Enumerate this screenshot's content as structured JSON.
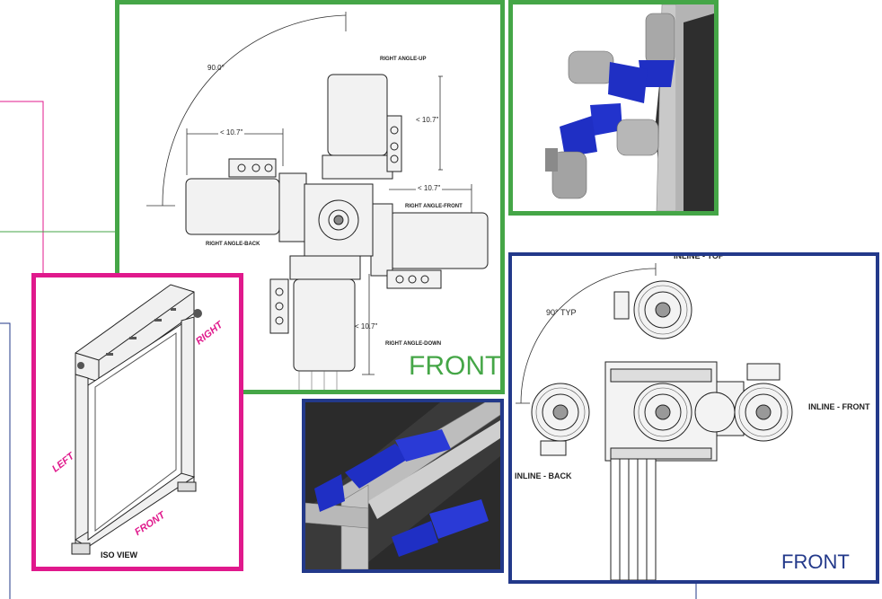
{
  "colors": {
    "green": "#45a647",
    "blue": "#23398a",
    "pink": "#e0198c",
    "motor_blue": "#1f2fc4"
  },
  "front_drawing": {
    "angle_label": "90.0°",
    "dim_top": "< 10.7\"",
    "dim_left": "< 10.7\"",
    "dim_right": "< 10.7\"",
    "dim_bottom": "< 10.7\"",
    "right_angle_up": "RIGHT ANGLE-UP",
    "right_angle_front": "RIGHT ANGLE-FRONT",
    "right_angle_back": "RIGHT ANGLE-BACK",
    "right_angle_down": "RIGHT ANGLE-DOWN",
    "front_label": "FRONT"
  },
  "inline_drawing": {
    "inline_top": "INLINE - TOP",
    "inline_front": "INLINE - FRONT",
    "inline_back": "INLINE - BACK",
    "angle_label": "90° TYP",
    "front_label": "FRONT"
  },
  "iso_view": {
    "right_label": "RIGHT",
    "left_label": "LEFT",
    "front_label": "FRONT",
    "view_label": "ISO VIEW"
  }
}
